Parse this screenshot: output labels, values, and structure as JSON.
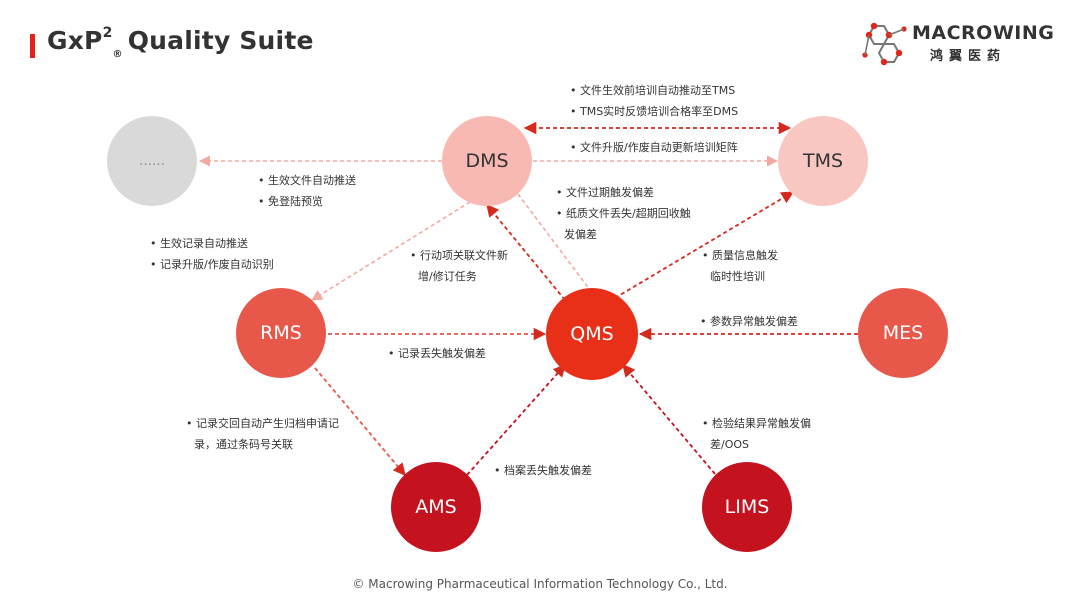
{
  "header": {
    "title_main": "GxP",
    "title_sup": "2",
    "title_sub": "®",
    "title_rest": "Quality Suite"
  },
  "logo": {
    "name": "MACROWING",
    "cn": "鸿翼医药"
  },
  "colors": {
    "accent": "#e2231a",
    "dms": "#f7b9b2",
    "tms": "#f8c7c1",
    "placeholder": "#d9d9d9",
    "qms": "#e83019",
    "rms": "#e8584a",
    "mes": "#e8584a",
    "ams": "#c4121f",
    "lims": "#c4121f"
  },
  "nodes": {
    "dms": "DMS",
    "tms": "TMS",
    "qms": "QMS",
    "rms": "RMS",
    "mes": "MES",
    "ams": "AMS",
    "lims": "LIMS",
    "placeholder": "……"
  },
  "annotations": {
    "dms_tms": [
      "• 文件生效前培训自动推动至TMS",
      "• TMS实时反馈培训合格率至DMS"
    ],
    "dms_tms_update": "• 文件升版/作废自动更新培训矩阵",
    "dms_out": [
      "• 生效文件自动推送",
      "• 免登陆预览"
    ],
    "dms_qms": [
      "• 文件过期触发偏差",
      "• 纸质文件丢失/超期回收触",
      "发偏差"
    ],
    "rms_side": [
      "• 生效记录自动推送",
      "• 记录升版/作废自动识别"
    ],
    "qms_dms_action": [
      "• 行动项关联文件新",
      "增/修订任务"
    ],
    "qms_tms": [
      "• 质量信息触发",
      "临时性培训"
    ],
    "mes_qms": "• 参数异常触发偏差",
    "rms_qms": "• 记录丢失触发偏差",
    "rms_ams": [
      "• 记录交回自动产生归档申请记",
      "录，通过条码号关联"
    ],
    "lims_qms": [
      "• 检验结果异常触发偏",
      "差/OOS"
    ],
    "ams_qms": "• 档案丢失触发偏差"
  },
  "footer": "© Macrowing Pharmaceutical Information Technology Co., Ltd."
}
